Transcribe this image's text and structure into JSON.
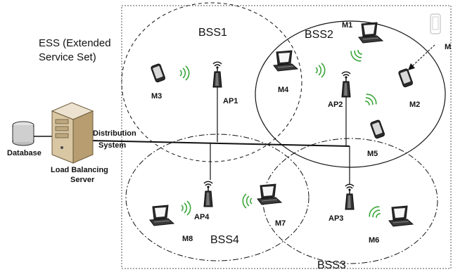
{
  "ess_label_line1": "ESS (Extended",
  "ess_label_line2": "Service Set)",
  "bss": {
    "bss1": "BSS1",
    "bss2": "BSS2",
    "bss3": "BSS3",
    "bss4": "BSS4"
  },
  "aps": {
    "ap1": "AP1",
    "ap2": "AP2",
    "ap3": "AP3",
    "ap4": "AP4"
  },
  "stations": {
    "m1": "M1",
    "m2": "M2",
    "m3": "M3",
    "m4": "M4",
    "m5": "M5",
    "m6": "M6",
    "m7": "M7",
    "m8": "M8",
    "m_partial": "M"
  },
  "distribution_line1": "Distribution",
  "distribution_line2": "System",
  "database_label": "Database",
  "server_label_line1": "Load Balancing",
  "server_label_line2": "Server",
  "colors": {
    "wave_green": "#3aa63a",
    "device_dark": "#2b2b2b",
    "server_tan": "#d9c7a4"
  }
}
